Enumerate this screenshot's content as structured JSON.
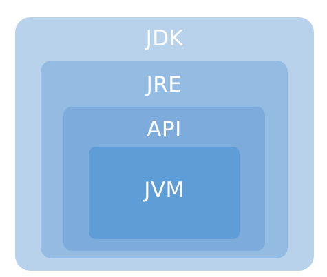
{
  "diagram": {
    "layers": [
      {
        "id": "jdk",
        "label": "JDK",
        "color": "#b8d2ec"
      },
      {
        "id": "jre",
        "label": "JRE",
        "color": "#94bbe2"
      },
      {
        "id": "api",
        "label": "API",
        "color": "#7dacdc"
      },
      {
        "id": "jvm",
        "label": "JVM",
        "color": "#5f9dd6"
      }
    ]
  }
}
